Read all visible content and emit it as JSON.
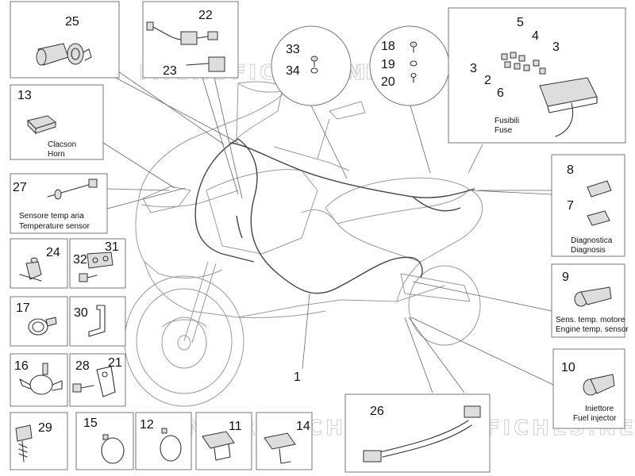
{
  "watermark": [
    "MICROFICHES.NET",
    "MICROFICHES.NET"
  ],
  "callouts": {
    "n1": "1",
    "n2": "2",
    "n3a": "3",
    "n3b": "3",
    "n4": "4",
    "n5": "5",
    "n6": "6",
    "n7": "7",
    "n8": "8",
    "n9": "9",
    "n10": "10",
    "n11": "11",
    "n12": "12",
    "n13": "13",
    "n14": "14",
    "n15": "15",
    "n16": "16",
    "n17": "17",
    "n18": "18",
    "n19": "19",
    "n20": "20",
    "n21": "21",
    "n22": "22",
    "n23": "23",
    "n24": "24",
    "n25": "25",
    "n26": "26",
    "n27": "27",
    "n28": "28",
    "n29": "29",
    "n30": "30",
    "n31": "31",
    "n32": "32",
    "n33": "33",
    "n34": "34"
  },
  "labels": {
    "horn_it": "Clacson",
    "horn_en": "Horn",
    "temp_it": "Sensore temp aria",
    "temp_en": "Temperature sensor",
    "fuse_it": "Fusibili",
    "fuse_en": "Fuse",
    "diag_it": "Diagnostica",
    "diag_en": "Diagnosis",
    "eng_it": "Sens. temp. motore",
    "eng_en": "Engine temp. sensor",
    "inj_it": "Iniettore",
    "inj_en": "Fuel injector"
  }
}
